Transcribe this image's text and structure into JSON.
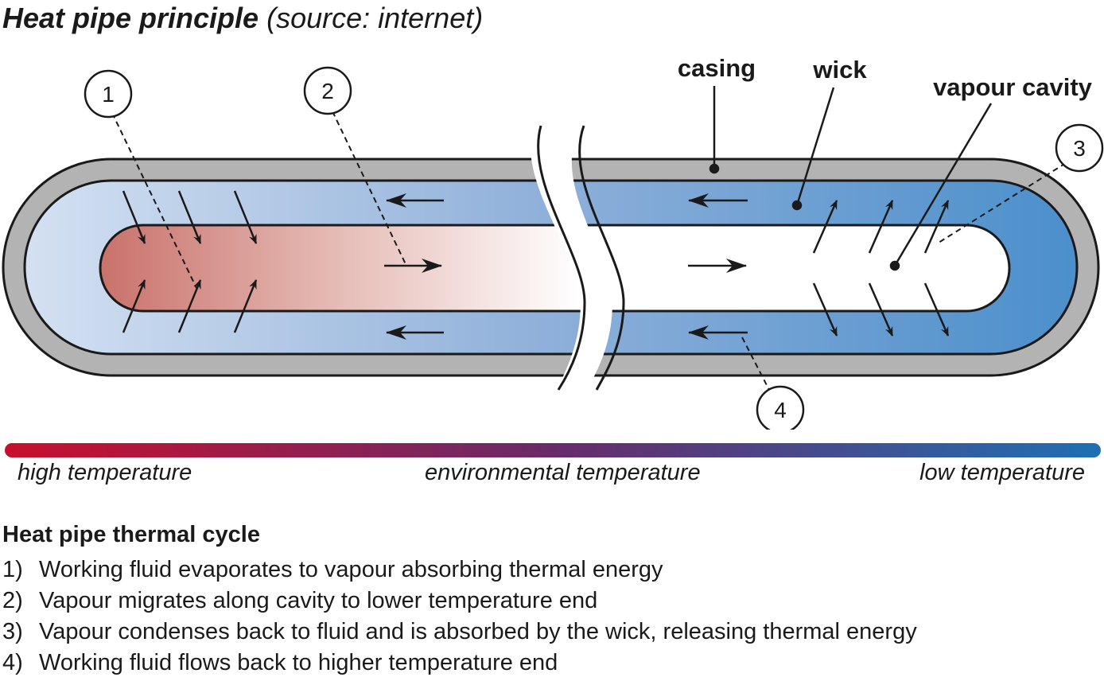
{
  "title": {
    "main": "Heat pipe principle",
    "source": "(source: internet)"
  },
  "labels": {
    "casing": "casing",
    "wick": "wick",
    "vapour_cavity": "vapour cavity"
  },
  "markers": [
    "1",
    "2",
    "3",
    "4"
  ],
  "temperature_scale": {
    "high": "high temperature",
    "environmental": "environmental temperature",
    "low": "low temperature",
    "colors": {
      "high": "#c8102e",
      "mid": "#6a2a6a",
      "low": "#1f6fb5"
    }
  },
  "cycle": {
    "heading": "Heat pipe thermal cycle",
    "steps": [
      {
        "num": "1)",
        "text": "Working fluid evaporates to vapour absorbing thermal energy"
      },
      {
        "num": "2)",
        "text": "Vapour migrates along cavity to lower temperature end"
      },
      {
        "num": "3)",
        "text": "Vapour condenses back to fluid and is absorbed by the wick, releasing thermal energy"
      },
      {
        "num": "4)",
        "text": "Working fluid flows back to higher temperature end"
      }
    ]
  },
  "colors": {
    "casing": "#b3b3b3",
    "wick_hot": "#d6e2f2",
    "wick_cold": "#4b8fcb",
    "vapour_hot": "#c9706a"
  }
}
